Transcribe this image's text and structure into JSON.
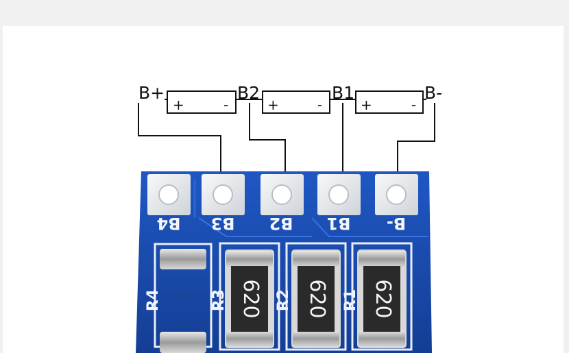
{
  "diagram": {
    "node_labels": [
      "B+",
      "B2",
      "B1",
      "B-"
    ],
    "cells": [
      {
        "plus": "+",
        "minus": "-"
      },
      {
        "plus": "+",
        "minus": "-"
      },
      {
        "plus": "+",
        "minus": "-"
      }
    ]
  },
  "board": {
    "pad_labels": [
      "B4",
      "B3",
      "B2",
      "B1",
      "B-"
    ],
    "resistor_refs": [
      "R4",
      "R3",
      "R2",
      "R1"
    ],
    "resistor_codes": [
      "620",
      "620",
      "620"
    ],
    "colors": {
      "pcb": "#1b4fb6",
      "silkscreen": "#f4f6fb",
      "pad": "#e9ecef",
      "resistor_body": "#2b2b2b"
    }
  }
}
